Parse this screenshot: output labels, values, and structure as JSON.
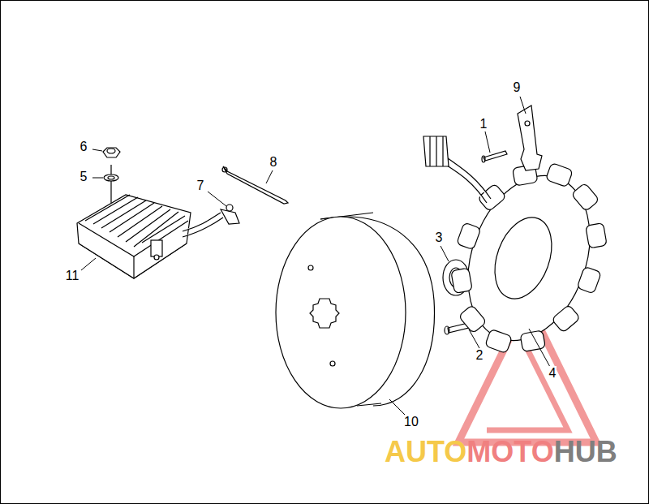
{
  "diagram": {
    "labels": [
      "1",
      "2",
      "3",
      "4",
      "5",
      "6",
      "7",
      "8",
      "9",
      "10",
      "11",
      "AUTO",
      "MOTO",
      "HUB"
    ]
  }
}
